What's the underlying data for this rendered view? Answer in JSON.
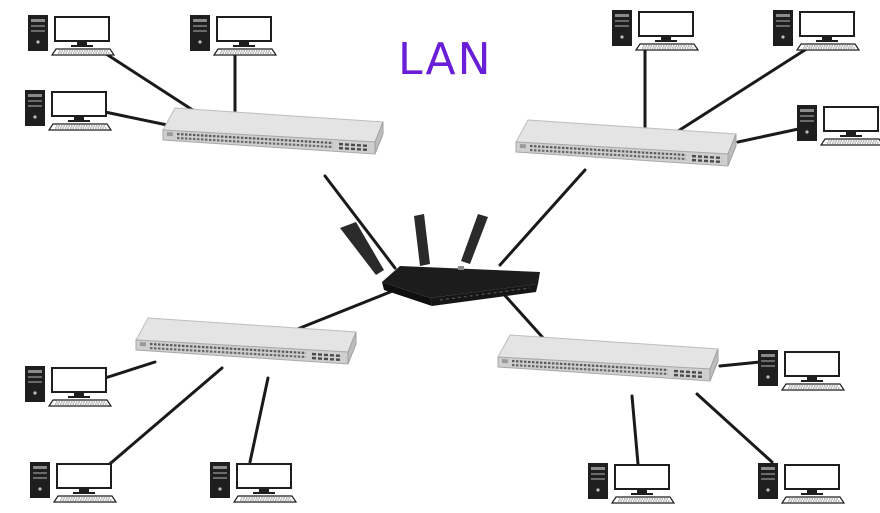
{
  "title": "LAN",
  "colors": {
    "title": "#6a1ed8",
    "cable": "#1a1a1a",
    "switch_body": "#e4e4e4",
    "router_body": "#1c1c1c"
  },
  "devices": {
    "router": {
      "icon": "wifi-router-icon",
      "antennas": 3
    },
    "switches": [
      {
        "id": "switch-top-left",
        "icon": "network-switch-icon"
      },
      {
        "id": "switch-top-right",
        "icon": "network-switch-icon"
      },
      {
        "id": "switch-bottom-left",
        "icon": "network-switch-icon"
      },
      {
        "id": "switch-bottom-right",
        "icon": "network-switch-icon"
      }
    ],
    "computers": {
      "icon": "desktop-computer-icon",
      "count": 12,
      "per_switch": 3
    }
  }
}
